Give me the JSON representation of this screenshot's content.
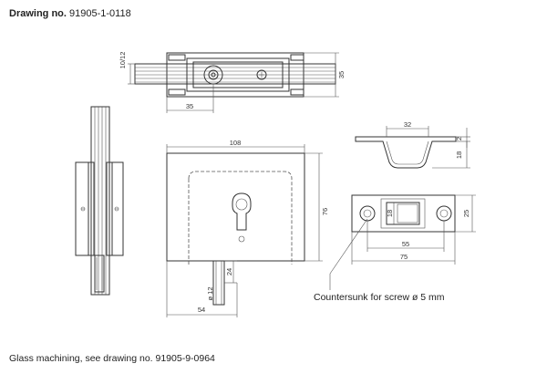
{
  "header": {
    "label": "Drawing no.",
    "number": "91905-1-0118"
  },
  "footer": {
    "note": "Glass machining, see drawing no. 91905-9-0964"
  },
  "dimensions": {
    "top_height": "35",
    "top_side": "10/12",
    "top_offset": "35",
    "width_108": "108",
    "height_76": "76",
    "width_54": "54",
    "cyl_24": "24",
    "cyl_dia": "ø 12",
    "keeper_32": "32",
    "keeper_2": "2",
    "keeper_18": "18",
    "plate_18": "18",
    "plate_25": "25",
    "plate_55": "55",
    "plate_75": "75"
  },
  "annotations": {
    "countersunk": "Countersunk for screw ø 5 mm"
  }
}
